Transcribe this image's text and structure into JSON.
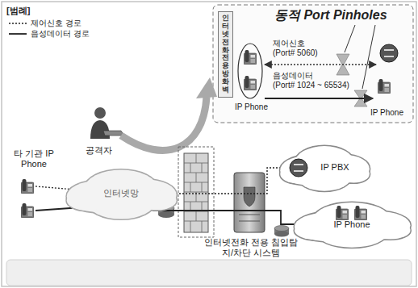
{
  "diagram": {
    "nodes": [
      {
        "text": [
          "인터넷전화 전용 방화벽"
        ]
      },
      {
        "text": [
          "인터넷망"
        ]
      },
      {
        "text": [
          "IP PBX"
        ]
      },
      {
        "text": [
          "IP Phone"
        ]
      }
    ],
    "edges": [
      {
        "from": 1,
        "to": 2,
        "arrow": "none"
      },
      {
        "from": 1,
        "to": 3,
        "arrow": "none"
      }
    ],
    "labels": [
      "[범례]",
      "동적 Port Pinholes",
      "IP Phone",
      "제어신호",
      "(Port# 5060)",
      "음성데이터",
      "(Port# 1024 ~ 65534)",
      "IP Phone",
      "공격자",
      "타 기관 IP Phone",
      "인터넷전화 전용 침입탐지/차단 시스템"
    ],
    "legend": [
      {
        "text": "제어신호 경로"
      },
      {
        "text": "음성데이터 경로"
      }
    ]
  }
}
